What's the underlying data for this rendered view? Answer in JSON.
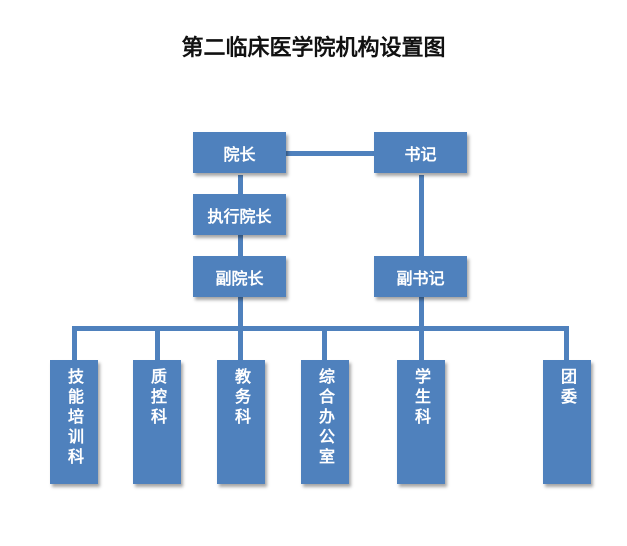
{
  "title": "第二临床医学院机构设置图",
  "nodes": {
    "dean": "院长",
    "secretary": "书记",
    "executive_dean": "执行院长",
    "vice_dean": "副院长",
    "vice_secretary": "副书记"
  },
  "departments": [
    "技能培训科",
    "质控科",
    "教务科",
    "综合办公室",
    "学生科",
    "团委"
  ],
  "colors": {
    "box": "#4f81bd",
    "text": "#ffffff"
  }
}
